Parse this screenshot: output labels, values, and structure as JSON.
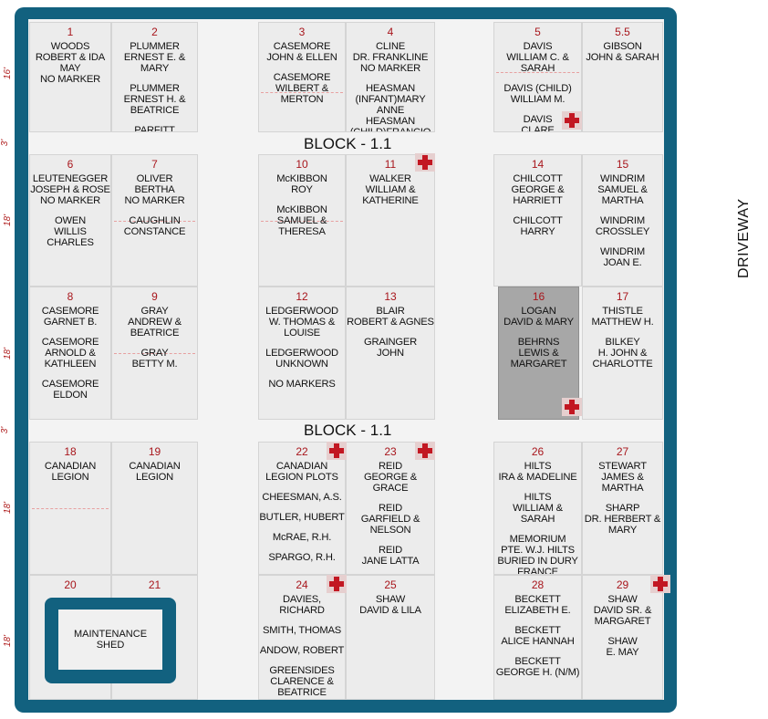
{
  "block_labels": [
    "BLOCK - 1.1",
    "BLOCK - 1.1"
  ],
  "driveway_label": "DRIVEWAY",
  "side_dimensions": [
    "16'",
    "3'",
    "18'",
    "18'",
    "3'",
    "18'",
    "18'"
  ],
  "maintenance_shed": "MAINTENANCE\nSHED",
  "lots": [
    {
      "number": "1",
      "entries": [
        "WOODS\nROBERT & IDA MAY\nNO MARKER"
      ]
    },
    {
      "number": "2",
      "entries": [
        "PLUMMER\nERNEST E. & MARY",
        "PLUMMER\nERNEST H. &\nBEATRICE",
        "PARFITT\nHELEN B."
      ]
    },
    {
      "number": "3",
      "entries": [
        "CASEMORE\nJOHN & ELLEN",
        "CASEMORE\nWILBERT &\nMERTON"
      ]
    },
    {
      "number": "4",
      "entries": [
        "CLINE\nDR. FRANKLINE\nNO MARKER",
        "HEASMAN\n(INFANT)MARY ANNE\nHEASMAN\n(CHILD)FRANCIO"
      ]
    },
    {
      "number": "5",
      "entries": [
        "DAVIS\nWILLIAM C. &\nSARAH",
        "DAVIS (CHILD)\nWILLIAM M.",
        "DAVIS\nCLARE"
      ]
    },
    {
      "number": "5.5",
      "entries": [
        "GIBSON\nJOHN & SARAH"
      ]
    },
    {
      "number": "6",
      "entries": [
        "LEUTENEGGER\nJOSEPH & ROSE\nNO MARKER",
        "OWEN\nWILLIS CHARLES"
      ]
    },
    {
      "number": "7",
      "entries": [
        "OLIVER\nBERTHA\nNO MARKER",
        "CAUGHLIN\nCONSTANCE"
      ]
    },
    {
      "number": "10",
      "entries": [
        "McKIBBON\nROY",
        "McKIBBON\nSAMUEL &\nTHERESA"
      ]
    },
    {
      "number": "11",
      "entries": [
        "WALKER\nWILLIAM &\nKATHERINE"
      ]
    },
    {
      "number": "14",
      "entries": [
        "CHILCOTT\nGEORGE &\nHARRIETT",
        "CHILCOTT\nHARRY"
      ]
    },
    {
      "number": "15",
      "entries": [
        "WINDRIM\nSAMUEL & MARTHA",
        "WINDRIM\nCROSSLEY",
        "WINDRIM\nJOAN E."
      ]
    },
    {
      "number": "8",
      "entries": [
        "CASEMORE\nGARNET B.",
        "CASEMORE\nARNOLD &\nKATHLEEN",
        "CASEMORE\nELDON"
      ]
    },
    {
      "number": "9",
      "entries": [
        "GRAY\nANDREW &\nBEATRICE",
        "GRAY\nBETTY M."
      ]
    },
    {
      "number": "12",
      "entries": [
        "LEDGERWOOD\nW. THOMAS &\nLOUISE",
        "LEDGERWOOD\nUNKNOWN",
        "NO MARKERS"
      ]
    },
    {
      "number": "13",
      "entries": [
        "BLAIR\nROBERT & AGNES",
        "GRAINGER\nJOHN"
      ]
    },
    {
      "number": "16",
      "entries": [
        "LOGAN\nDAVID & MARY",
        "BEHRNS\nLEWIS &\nMARGARET"
      ]
    },
    {
      "number": "17",
      "entries": [
        "THISTLE\nMATTHEW H.",
        "BILKEY\nH. JOHN &\nCHARLOTTE"
      ]
    },
    {
      "number": "18",
      "entries": [
        "CANADIAN\nLEGION"
      ]
    },
    {
      "number": "19",
      "entries": [
        "CANADIAN\nLEGION"
      ]
    },
    {
      "number": "22",
      "entries": [
        "CANADIAN\nLEGION PLOTS",
        "CHEESMAN, A.S.",
        "BUTLER, HUBERT",
        "McRAE, R.H.",
        "SPARGO, R.H."
      ]
    },
    {
      "number": "23",
      "entries": [
        "REID\nGEORGE & GRACE",
        "REID\nGARFIELD &\nNELSON",
        "REID\nJANE LATTA"
      ]
    },
    {
      "number": "26",
      "entries": [
        "HILTS\nIRA & MADELINE",
        "HILTS\nWILLIAM & SARAH",
        "MEMORIUM\nPTE. W.J. HILTS\nBURIED IN DURY\nFRANCE"
      ]
    },
    {
      "number": "27",
      "entries": [
        "STEWART\nJAMES & MARTHA",
        "SHARP\nDR. HERBERT &\nMARY"
      ]
    },
    {
      "number": "20",
      "entries": []
    },
    {
      "number": "21",
      "entries": []
    },
    {
      "number": "24",
      "entries": [
        "DAVIES, RICHARD",
        "SMITH, THOMAS",
        "ANDOW, ROBERT",
        "GREENSIDES\nCLARENCE &\nBEATRICE"
      ]
    },
    {
      "number": "25",
      "entries": [
        "SHAW\nDAVID & LILA"
      ]
    },
    {
      "number": "28",
      "entries": [
        "BECKETT\nELIZABETH E.",
        "BECKETT\nALICE HANNAH",
        "BECKETT\nGEORGE H. (N/M)"
      ]
    },
    {
      "number": "29",
      "entries": [
        "SHAW\nDAVID SR. &\nMARGARET",
        "SHAW\nE. MAY"
      ]
    }
  ],
  "colors": {
    "frame": "#12617f",
    "lot_number": "#a8161c",
    "highlight": "#a7a7a7",
    "marker": "#c21722"
  },
  "icons": {
    "marker": "red-cross-icon"
  }
}
